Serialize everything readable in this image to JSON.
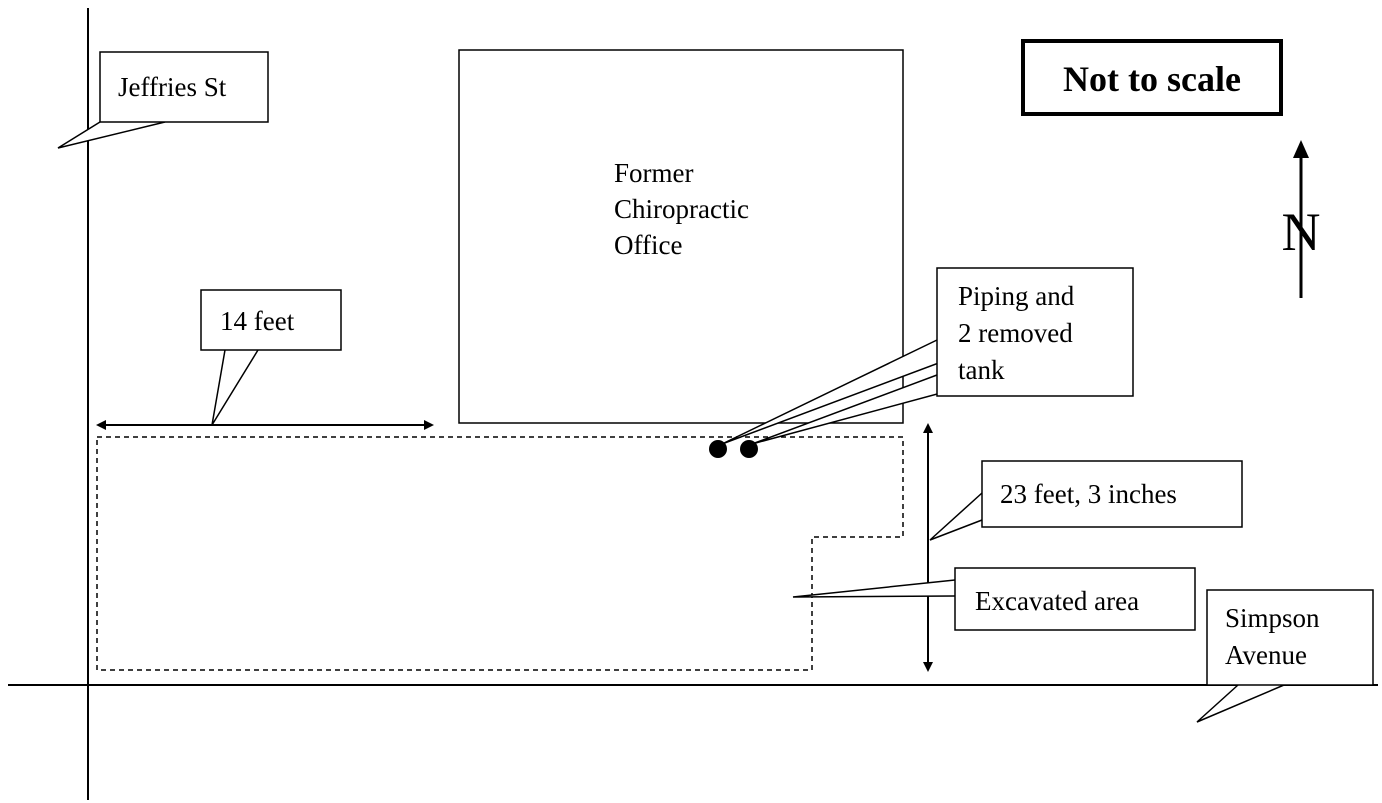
{
  "labels": {
    "jeffries": "Jeffries St",
    "scale_note": "Not to scale",
    "office_line1": "Former",
    "office_line2": "Chiropractic",
    "office_line3": "Office",
    "north": "N",
    "width_dim": "14 feet",
    "tank_line1": "Piping and",
    "tank_line2": "2 removed",
    "tank_line3": "tank",
    "height_dim": "23 feet, 3 inches",
    "excavated": "Excavated area",
    "simpson_line1": "Simpson",
    "simpson_line2": "Avenue"
  },
  "colors": {
    "ink": "#000000",
    "background": "#ffffff"
  }
}
